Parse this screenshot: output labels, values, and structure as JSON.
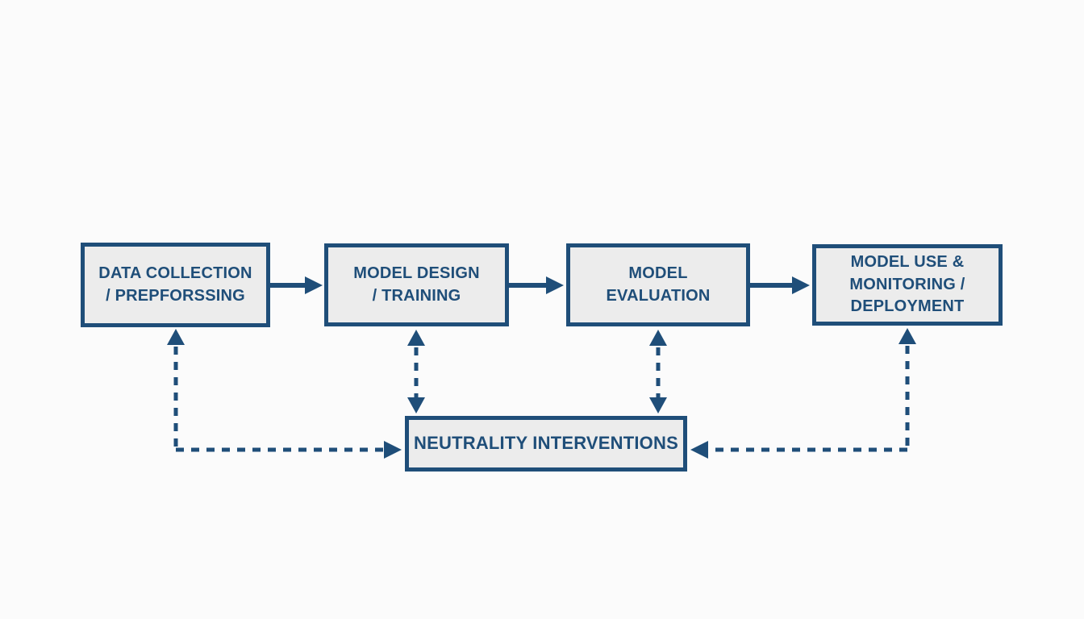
{
  "colors": {
    "line": "#1F4E79",
    "box_border": "#1F4E79",
    "box_fill": "#ECECEC",
    "text": "#1F4E79",
    "background": "#FBFBFB"
  },
  "diagram": {
    "boxes": [
      {
        "id": "data-collection-preprocessing",
        "label": "DATA COLLECTION\n/ PREPFORSSING"
      },
      {
        "id": "model-design-training",
        "label": "MODEL DESIGN\n/ TRAINING"
      },
      {
        "id": "model-evaluation",
        "label": "MODEL\nEVALUATION"
      },
      {
        "id": "model-use-monitoring-deployment",
        "label": "MODEL USE &\nMONITORING /\nDEPLOYMENT"
      },
      {
        "id": "neutrality-interventions",
        "label": "NEUTRALITY INTERVENTIONS"
      }
    ],
    "connections": [
      {
        "from": "data-collection-preprocessing",
        "to": "model-design-training",
        "style": "solid",
        "arrow": "forward"
      },
      {
        "from": "model-design-training",
        "to": "model-evaluation",
        "style": "solid",
        "arrow": "forward"
      },
      {
        "from": "model-evaluation",
        "to": "model-use-monitoring-deployment",
        "style": "solid",
        "arrow": "forward"
      },
      {
        "between": [
          "neutrality-interventions",
          "data-collection-preprocessing"
        ],
        "style": "dashed",
        "arrow": "both",
        "shape": "elbow"
      },
      {
        "between": [
          "neutrality-interventions",
          "model-design-training"
        ],
        "style": "dashed",
        "arrow": "both",
        "shape": "straight"
      },
      {
        "between": [
          "neutrality-interventions",
          "model-evaluation"
        ],
        "style": "dashed",
        "arrow": "both",
        "shape": "straight"
      },
      {
        "between": [
          "neutrality-interventions",
          "model-use-monitoring-deployment"
        ],
        "style": "dashed",
        "arrow": "both",
        "shape": "elbow"
      }
    ]
  }
}
